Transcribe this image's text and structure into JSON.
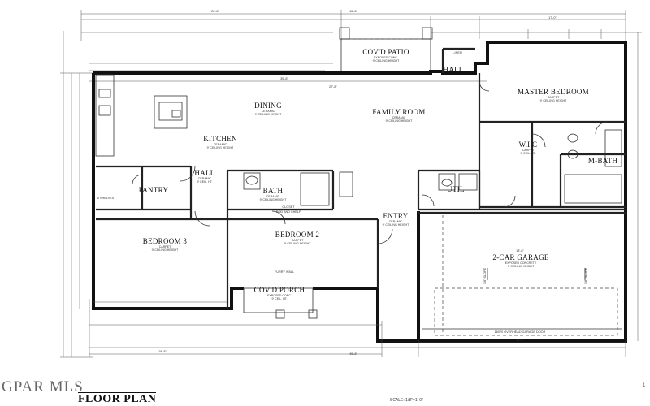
{
  "rooms": {
    "cov_patio": {
      "name": "COV'D PATIO",
      "sub1": "EXPOSED CONC.",
      "sub2": "9' CEILING HEIGHT"
    },
    "hall_top": {
      "name": "HALL"
    },
    "master_bedroom": {
      "name": "MASTER BEDROOM",
      "sub1": "CARPET",
      "sub2": "9' CEILING HEIGHT"
    },
    "dining": {
      "name": "DINING",
      "sub1": "CERAMIC",
      "sub2": "9' CEILING HEIGHT"
    },
    "family_room": {
      "name": "FAMILY ROOM",
      "sub1": "CERAMIC",
      "sub2": "9' CEILING HEIGHT"
    },
    "kitchen": {
      "name": "KITCHEN",
      "sub1": "CERAMIC",
      "sub2": "9' CEILING HEIGHT"
    },
    "wic": {
      "name": "W.I.C",
      "sub1": "CARPET",
      "sub2": "9' CEIL. HT."
    },
    "mbath": {
      "name": "M-BATH"
    },
    "hall_mid": {
      "name": "HALL",
      "sub1": "CERAMIC",
      "sub2": "9' CEIL. HT."
    },
    "pantry": {
      "name": "PANTRY"
    },
    "bath": {
      "name": "BATH",
      "sub1": "CERAMIC",
      "sub2": "9' CEILING HEIGHT"
    },
    "util": {
      "name": "UTIL"
    },
    "entry": {
      "name": "ENTRY",
      "sub1": "CERAMIC",
      "sub2": "9' CEILING HEIGHT"
    },
    "bedroom3": {
      "name": "BEDROOM 3",
      "sub1": "CARPET",
      "sub2": "9' CEILING HEIGHT"
    },
    "bedroom2": {
      "name": "BEDROOM 2",
      "sub1": "CARPET",
      "sub2": "9' CEILING HEIGHT"
    },
    "garage": {
      "name": "2-CAR GARAGE",
      "sub1": "EXPOSED CONCRETE",
      "sub2": "9' CEILING HEIGHT"
    },
    "cov_porch": {
      "name": "COV'D PORCH",
      "sub1": "EXPOSED CONC.",
      "sub2": "9' CEIL. HT."
    }
  },
  "notes": {
    "garage_door": "16070 OVERHEAD GARAGE DOOR",
    "rod_shelf": "ROD AND SHELF",
    "closet": "CLOSET",
    "linen": "LINEN",
    "furry_wall": "FURRY WALL",
    "shelves": "5 SHELVES",
    "slope_left": "1/8\" SLOPE",
    "slope_right": "1/8\" SLOPE"
  },
  "dimensions": {
    "top_left": "28'-8\"",
    "top_total": "45'-8\"",
    "top_right": "17'-0\"",
    "bottom_total": "45'-8\"",
    "bottom_left": "18'-8\"",
    "bottom_right": "16'-0\"",
    "family_width": "27'-8\"",
    "dining_width": "35'-8\"",
    "garage_width": "18'-8\""
  },
  "footer": {
    "watermark": "GPAR MLS",
    "title": "FLOOR PLAN",
    "scale": "SCALE: 1/8\"=1'-0\"",
    "page": "1"
  },
  "colors": {
    "ink": "#111111",
    "paper": "#ffffff"
  }
}
